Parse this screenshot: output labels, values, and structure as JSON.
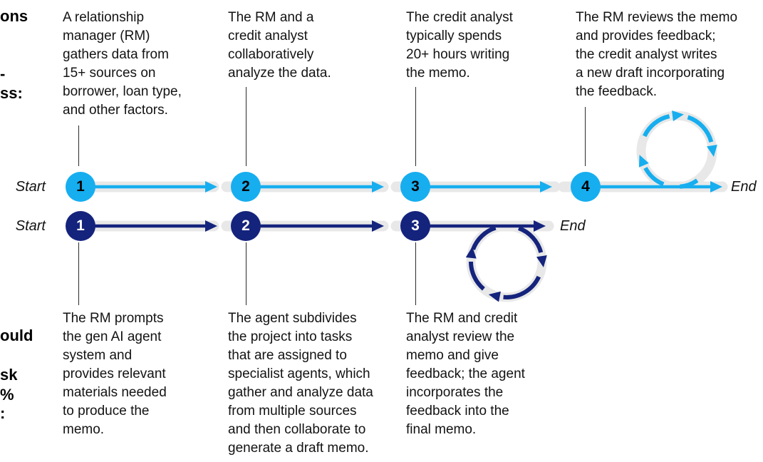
{
  "colors": {
    "light": "#16aeef",
    "navy": "#14237c",
    "track": "#e8e8e8",
    "ink": "#131313",
    "connector": "#2b2b2b"
  },
  "left_labels": {
    "top_fragments": [
      "ons",
      "-",
      "ss:"
    ],
    "bottom_fragments": [
      "ould",
      "sk",
      "%",
      ":"
    ]
  },
  "current_process": {
    "start_label": "Start",
    "end_label": "End",
    "steps": [
      {
        "number": "1",
        "annotation": "A relationship\nmanager (RM)\ngathers data from\n15+ sources on\nborrower, loan type,\nand other factors."
      },
      {
        "number": "2",
        "annotation": "The RM and a\ncredit analyst\ncollaboratively\nanalyze the data."
      },
      {
        "number": "3",
        "annotation": "The credit analyst\ntypically spends\n20+ hours writing\nthe memo."
      },
      {
        "number": "4",
        "annotation": "The RM reviews the memo\nand provides feedback;\nthe credit analyst writes\na new draft incorporating\nthe feedback."
      }
    ]
  },
  "agent_process": {
    "start_label": "Start",
    "end_label": "End",
    "steps": [
      {
        "number": "1",
        "annotation": "The RM prompts\nthe gen AI agent\nsystem and\nprovides relevant\nmaterials needed\nto produce the\nmemo."
      },
      {
        "number": "2",
        "annotation": "The agent subdivides\nthe project into tasks\nthat are assigned to\nspecialist agents, which\ngather and analyze data\nfrom multiple sources\nand then collaborate to\ngenerate a draft memo."
      },
      {
        "number": "3",
        "annotation": "The RM and credit\nanalyst review the\nmemo and give\nfeedback; the agent\nincorporates the\nfeedback into the\nfinal memo."
      }
    ]
  }
}
